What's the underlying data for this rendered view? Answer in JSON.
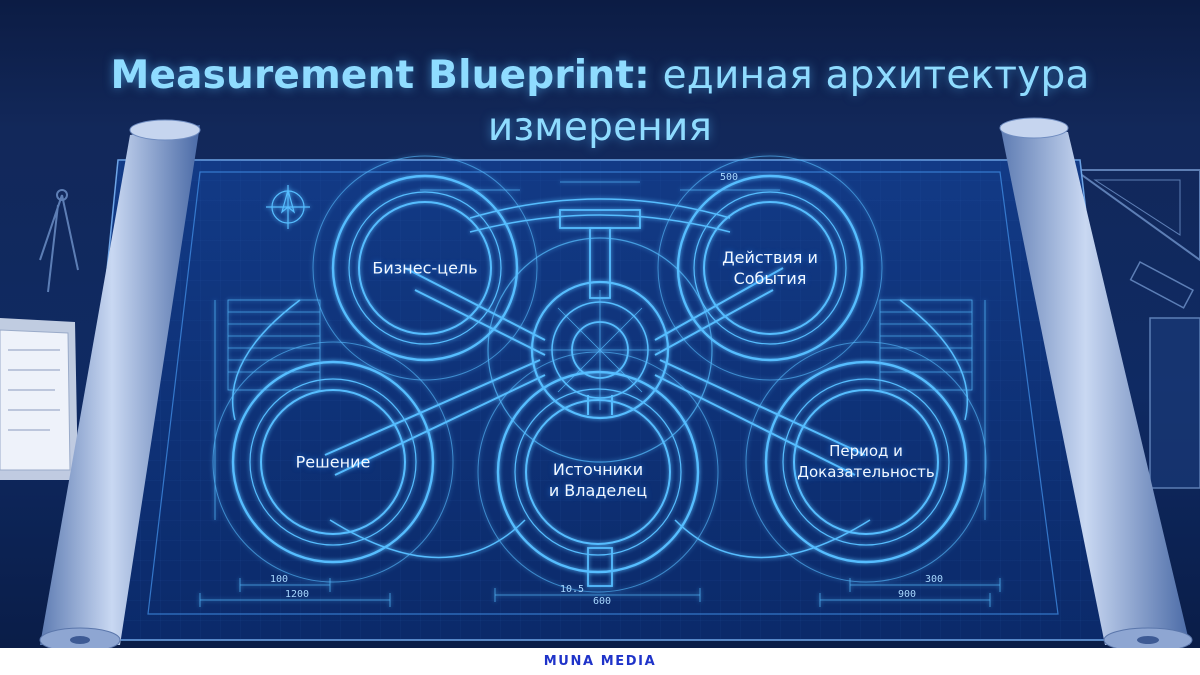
{
  "title": {
    "bold": "Measurement Blueprint:",
    "rest": " единая архитектура измерения"
  },
  "nodes": {
    "business_goal": "Бизнес-цель",
    "actions_events": "Действия и\nСобытия",
    "decision": "Решение",
    "sources_owner": "Источники\nи Владелец",
    "period_evidence": "Период и\nДоказательность"
  },
  "dimensions": {
    "d100": "100",
    "d1200": "1200",
    "d10_5": "10.5",
    "d600": "600",
    "d300": "300",
    "d900": "900",
    "d500": "500"
  },
  "footer": {
    "brand": "MUNA MEDIA"
  },
  "colors": {
    "background": "#0f2a63",
    "line": "#4fb6ff",
    "title": "#8fdcff",
    "brand": "#1f33c9"
  }
}
